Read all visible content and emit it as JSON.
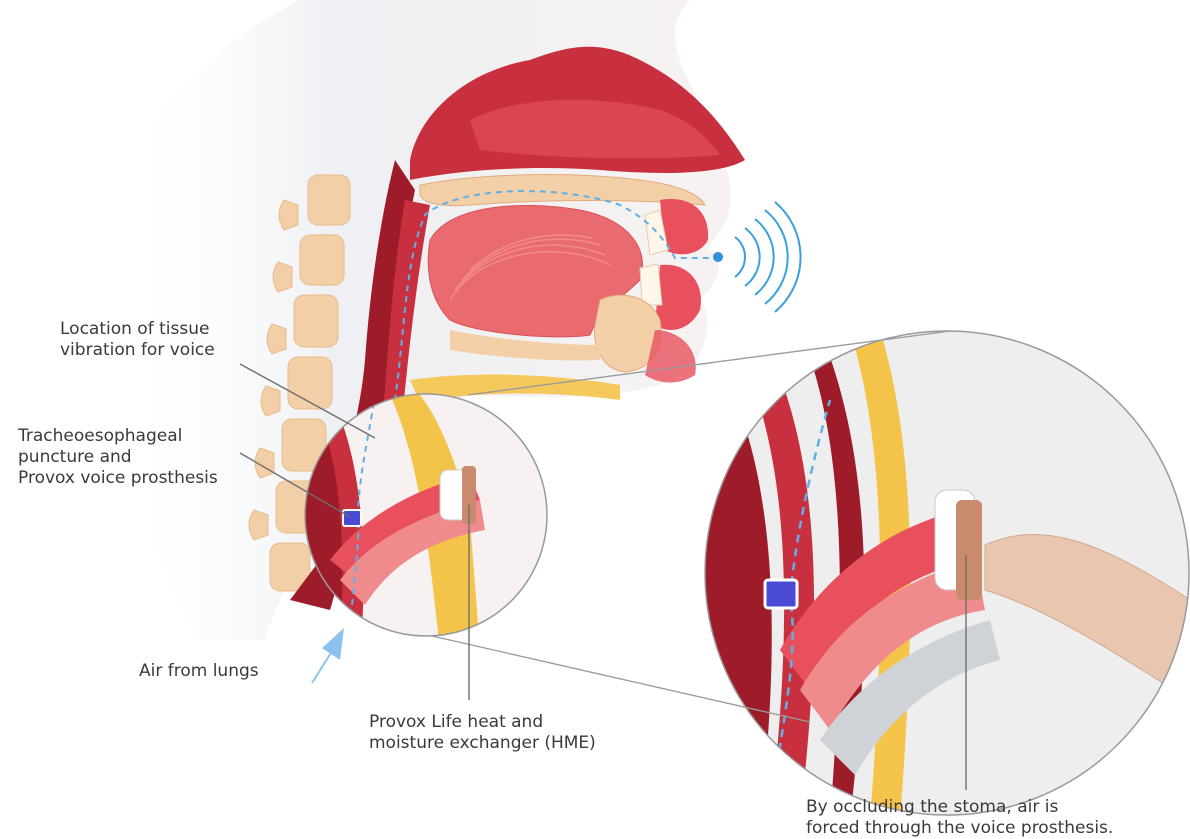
{
  "labels": {
    "tissue_vibration": [
      "Location of tissue",
      "vibration for voice"
    ],
    "puncture": [
      "Tracheoesophageal",
      "puncture and",
      "Provox voice prosthesis"
    ],
    "air": "Air from lungs",
    "hme": [
      "Provox Life heat and",
      "moisture exchanger (HME)"
    ],
    "occlude": [
      "By occluding the stoma, air is",
      "forced through the voice prosthesis."
    ]
  },
  "colors": {
    "tissue_dark": "#9e1b2a",
    "tissue_mid": "#c9303f",
    "tissue_light": "#e8505e",
    "tongue": "#e96a6f",
    "bone": "#f3cfa8",
    "fat": "#f4c34a",
    "skin": "#f4e8e4",
    "airflow": "#5fb0e6",
    "sound_waves": "#3aa0dc",
    "leader_lines": "#6e6e6e",
    "circle_outline": "#9a9a9a",
    "prosthesis": "#4a4ad6",
    "hme_copper": "#c98a6e"
  }
}
